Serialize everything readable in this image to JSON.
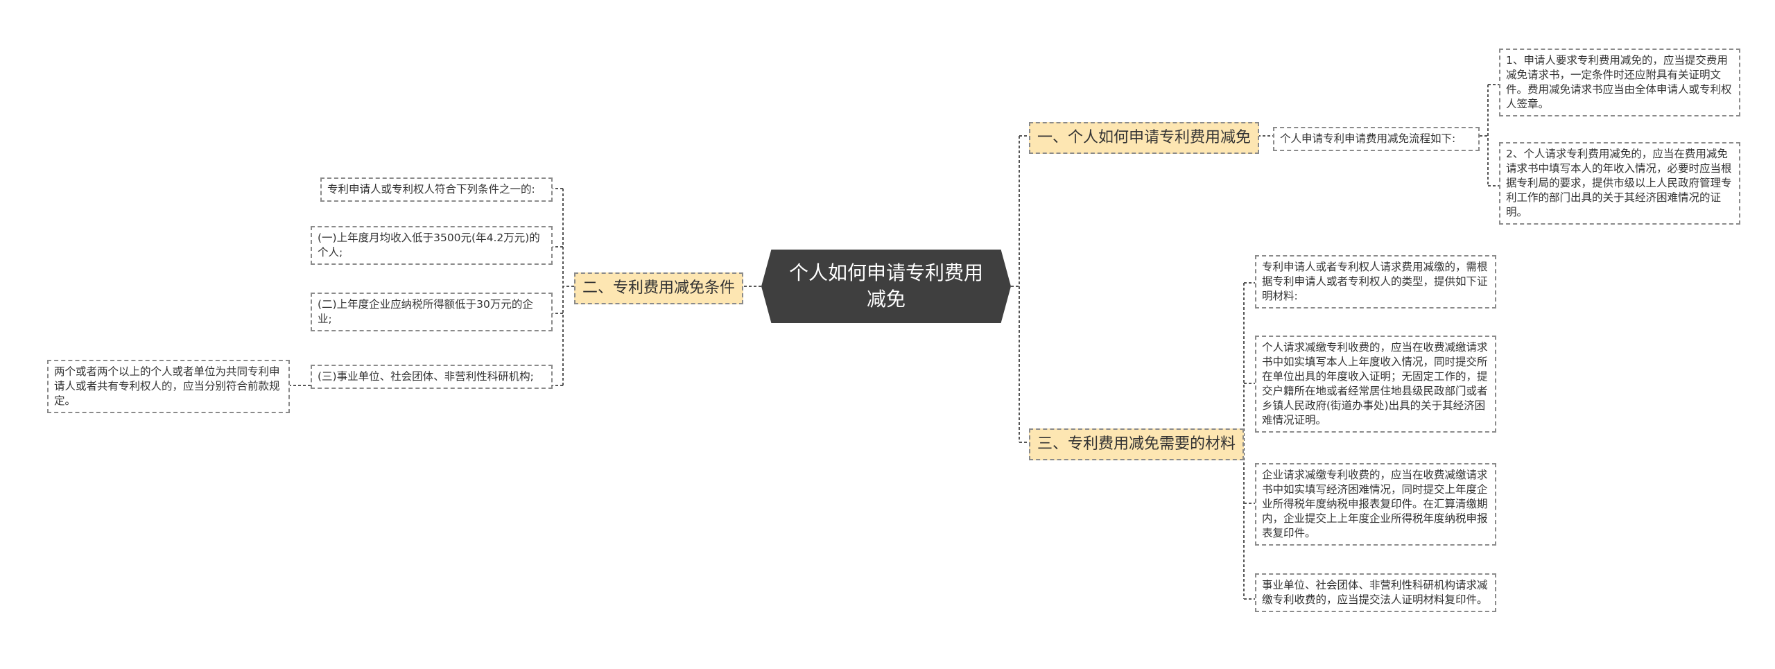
{
  "root": {
    "title": "个人如何申请专利费用减免"
  },
  "branches": {
    "b1": {
      "label": "一、个人如何申请专利费用减免",
      "intro": "个人申请专利申请费用减免流程如下:",
      "steps": [
        "1、申请人要求专利费用减免的，应当提交费用减免请求书，一定条件时还应附具有关证明文件。费用减免请求书应当由全体申请人或专利权人签章。",
        "2、个人请求专利费用减免的，应当在费用减免请求书中填写本人的年收入情况，必要时应当根据专利局的要求，提供市级以上人民政府管理专利工作的部门出具的关于其经济困难情况的证明。"
      ]
    },
    "b2": {
      "label": "二、专利费用减免条件",
      "intro": "专利申请人或专利权人符合下列条件之一的:",
      "items": [
        "(一)上年度月均收入低于3500元(年4.2万元)的个人;",
        "(二)上年度企业应纳税所得额低于30万元的企业;",
        "(三)事业单位、社会团体、非营利性科研机构;"
      ],
      "note": "两个或者两个以上的个人或者单位为共同专利申请人或者共有专利权人的，应当分别符合前款规定。"
    },
    "b3": {
      "label": "三、专利费用减免需要的材料",
      "items": [
        "专利申请人或者专利权人请求费用减缴的，需根据专利申请人或者专利权人的类型，提供如下证明材料:",
        "个人请求减缴专利收费的，应当在收费减缴请求书中如实填写本人上年度收入情况，同时提交所在单位出具的年度收入证明；无固定工作的，提交户籍所在地或者经常居住地县级民政部门或者乡镇人民政府(街道办事处)出具的关于其经济困难情况证明。",
        "企业请求减缴专利收费的，应当在收费减缴请求书中如实填写经济困难情况，同时提交上年度企业所得税年度纳税申报表复印件。在汇算清缴期内，企业提交上上年度企业所得税年度纳税申报表复印件。",
        "事业单位、社会团体、非营利性科研机构请求减缴专利收费的，应当提交法人证明材料复印件。"
      ]
    }
  },
  "colors": {
    "root_fill": "#3f3f3f",
    "branch_fill": "#fde6b2",
    "border": "#8a8a8a",
    "line": "#555555",
    "text": "#333333"
  }
}
